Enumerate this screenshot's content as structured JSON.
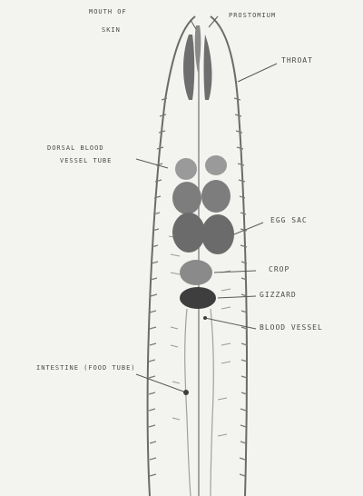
{
  "labels": {
    "head_left": "MOUTH OF",
    "head_left_2": "SKIN",
    "head_right": "PROSTOMIUM",
    "throat": "THROAT",
    "vessel_left_1": "DORSAL BLOOD",
    "vessel_left_2": "VESSEL TUBE",
    "egg_sac": "EGG SAC",
    "crop": "CROP",
    "gizzard": "GIZZARD",
    "blood_vessel": "BLOOD VESSEL",
    "intestine": "INTESTINE (FOOD TUBE)"
  }
}
